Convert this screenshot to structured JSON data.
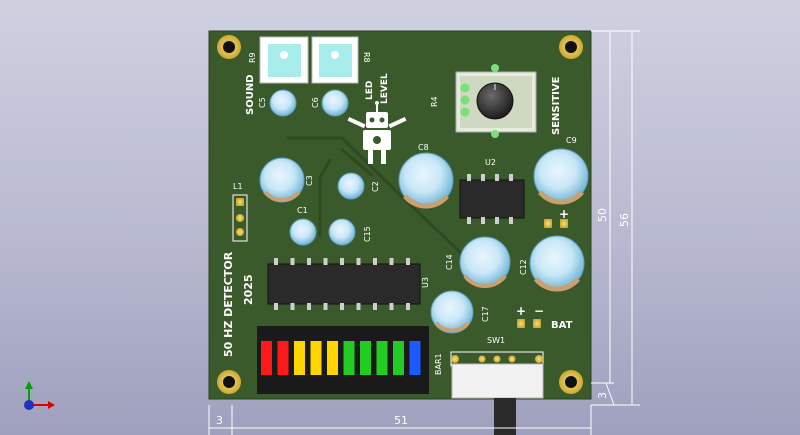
{
  "board": {
    "title_line1": "50 HZ DETECTOR",
    "title_line2": "2025",
    "led_level_1": "LED",
    "led_level_2": "LEVEL",
    "sound": "SOUND",
    "sensitive": "SENSITIVE",
    "bat": "BAT",
    "bat_plus": "+",
    "bat_minus": "−",
    "plus_top": "+"
  },
  "refs": {
    "r9": "R9",
    "r8": "R8",
    "r4": "R4",
    "c5": "C5",
    "c6": "C6",
    "c8": "C8",
    "c9": "C9",
    "c3": "C3",
    "c2": "C2",
    "c1": "C1",
    "c15": "C15",
    "c14": "C14",
    "c12": "C12",
    "c17": "C17",
    "u2": "U2",
    "u3": "U3",
    "l1": "L1",
    "sw1": "SW1",
    "bar1": "BAR1"
  },
  "dimensions": {
    "height_board": "50",
    "height_total": "56",
    "bottom_offset": "3",
    "left_offset": "3",
    "width": "51"
  },
  "bargraph": {
    "colors": [
      "#ff1a1a",
      "#ff1a1a",
      "#ffd400",
      "#ffd400",
      "#ffd400",
      "#22cc22",
      "#22cc22",
      "#22cc22",
      "#22cc22",
      "#1e5bff"
    ]
  },
  "axes": {
    "x_color": "#e00000",
    "y_color": "#00a000",
    "z_color": "#2030c0"
  }
}
